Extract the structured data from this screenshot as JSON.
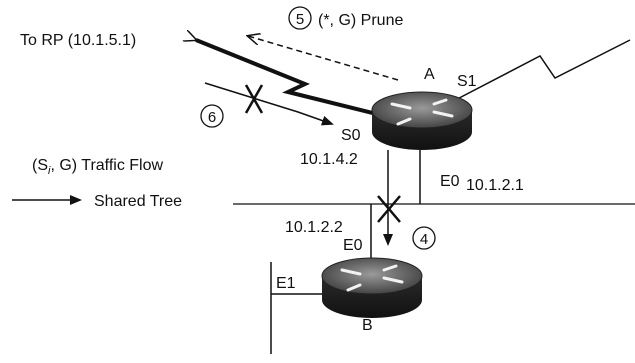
{
  "labels": {
    "rp": "To RP (10.1.5.1)",
    "step5": "(*, G) Prune",
    "step5_num": "5",
    "step6_num": "6",
    "step4_num": "4",
    "router_a": "A",
    "router_b": "B",
    "s1": "S1",
    "s0": "S0",
    "s0_ip": "10.1.4.2",
    "e0_a": "E0",
    "e0_a_ip": "10.1.2.1",
    "e0_b_ip": "10.1.2.2",
    "e0_b": "E0",
    "e1_b": "E1",
    "legend_flow": "(S",
    "legend_flow_sub": "i",
    "legend_flow_rest": ", G) Traffic Flow",
    "legend_shared": "Shared Tree"
  }
}
